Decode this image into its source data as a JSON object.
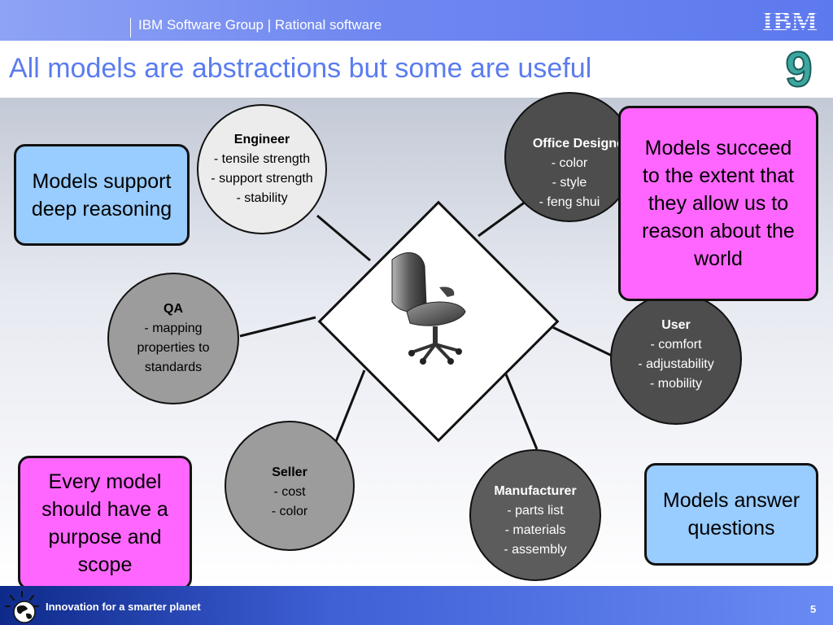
{
  "header": {
    "group": "IBM Software Group | Rational software",
    "logo_text": "IBM"
  },
  "slide": {
    "title": "All models are abstractions but some are useful",
    "badge_number": "9"
  },
  "stakeholders": [
    {
      "name": "Engineer",
      "lines": [
        "- tensile strength",
        "- support strength",
        "- stability"
      ]
    },
    {
      "name": "Office Designer",
      "lines": [
        "- color",
        "- style",
        "- feng shui"
      ]
    },
    {
      "name": "QA",
      "lines": [
        "- mapping",
        "properties to",
        "standards"
      ]
    },
    {
      "name": "User",
      "lines": [
        "- comfort",
        "- adjustability",
        "- mobility"
      ]
    },
    {
      "name": "Seller",
      "lines": [
        "- cost",
        "- color"
      ]
    },
    {
      "name": "Manufacturer",
      "lines": [
        "- parts list",
        "- materials",
        "- assembly"
      ]
    }
  ],
  "notes": {
    "deep_reasoning": "Models support deep reasoning",
    "succeed": "Models succeed to the extent that they allow us to reason about the world",
    "purpose": "Every model should have a purpose and scope",
    "answer": "Models answer questions"
  },
  "center_icon": "office-chair-icon",
  "footer": {
    "slogan": "Innovation for a smarter planet",
    "page_number": "5"
  },
  "colors": {
    "header_blue": "#6f87f0",
    "title_blue": "#5b7cf0",
    "note_blue": "#99ccff",
    "note_pink": "#ff66ff",
    "circle_light": "#ececec",
    "circle_mid": "#9c9c9c",
    "circle_dark": "#4d4d4d",
    "footer_navy": "#0e2a8a"
  }
}
